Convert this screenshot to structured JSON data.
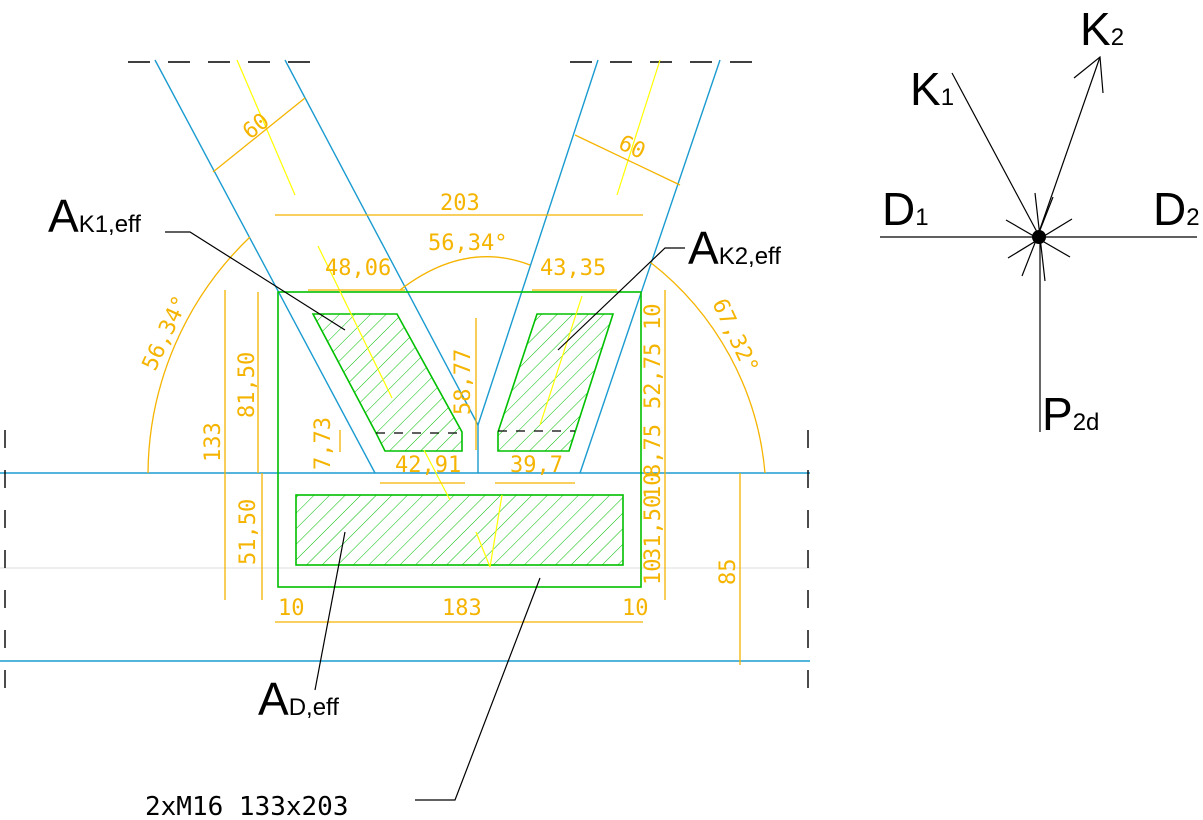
{
  "colors": {
    "dimension": "#f5b400",
    "centerline": "#ffff00",
    "member": "#1a9bd0",
    "plate": "#00c000",
    "annotation": "#000000"
  },
  "dimensions": {
    "strut_width_left": "60",
    "strut_width_right": "60",
    "overall_width": "203",
    "angle_between": "56,34°",
    "angle_left": "56,34°",
    "angle_right": "67,32°",
    "top_left_width": "48,06",
    "top_right_width": "43,35",
    "height_81_50": "81,50",
    "height_133": "133",
    "height_51_50": "51,50",
    "height_7_73": "7,73",
    "height_58_77": "58,77",
    "bottom_left_width": "42,91",
    "bottom_right_width": "39,7",
    "right_stack": [
      "10",
      "52,75",
      "8,75",
      "10",
      "31,50",
      "10"
    ],
    "chord_depth": "85",
    "plate_edge_left": "10",
    "plate_width": "183",
    "plate_edge_right": "10"
  },
  "labels": {
    "ak1": {
      "main": "A",
      "sub": "K1,eff"
    },
    "ak2": {
      "main": "A",
      "sub": "K2,eff"
    },
    "ad": {
      "main": "A",
      "sub": "D,eff"
    },
    "plate_note": "2xM16 133x203"
  },
  "force_diagram": {
    "k1": {
      "main": "K",
      "sub": "1"
    },
    "k2": {
      "main": "K",
      "sub": "2"
    },
    "d1": {
      "main": "D",
      "sub": "1"
    },
    "d2": {
      "main": "D",
      "sub": "2"
    },
    "p": {
      "main": "P",
      "sub": "2d"
    }
  }
}
